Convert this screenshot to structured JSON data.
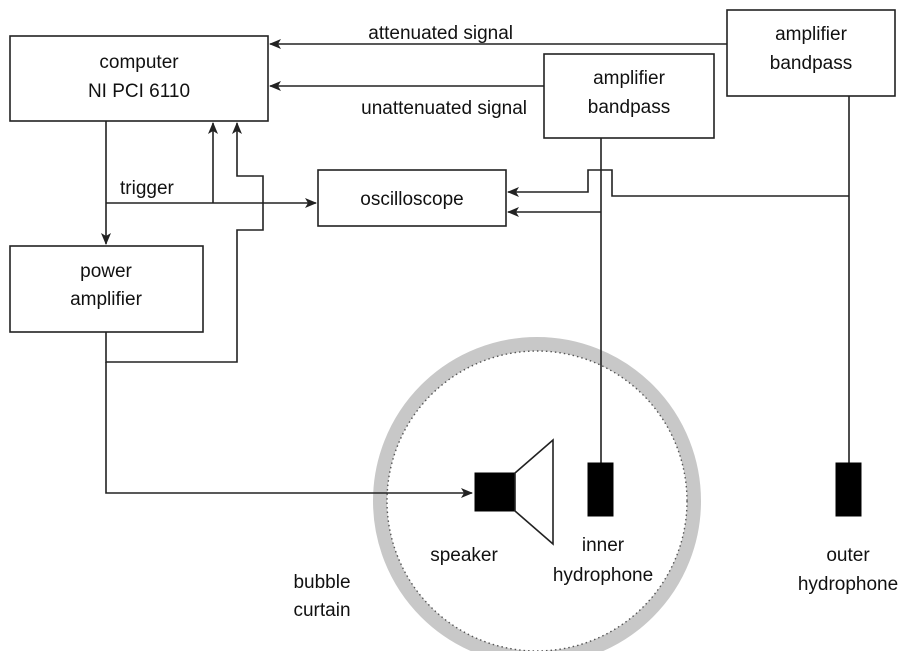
{
  "blocks": {
    "computer": {
      "line1": "computer",
      "line2": "NI PCI 6110"
    },
    "amplifier_inner": {
      "line1": "amplifier",
      "line2": "bandpass"
    },
    "amplifier_outer": {
      "line1": "amplifier",
      "line2": "bandpass"
    },
    "oscilloscope": {
      "label": "oscilloscope"
    },
    "power_amplifier": {
      "line1": "power",
      "line2": "amplifier"
    }
  },
  "signals": {
    "attenuated": "attenuated signal",
    "unattenuated": "unattenuated signal",
    "trigger": "trigger"
  },
  "devices": {
    "speaker": "speaker",
    "inner_hydrophone": {
      "line1": "inner",
      "line2": "hydrophone"
    },
    "outer_hydrophone": {
      "line1": "outer",
      "line2": "hydrophone"
    }
  },
  "bubble_curtain": {
    "line1": "bubble",
    "line2": "curtain"
  },
  "colors": {
    "line": "#222222",
    "curtain_ring": "#c8c8c8",
    "device": "#000000"
  }
}
